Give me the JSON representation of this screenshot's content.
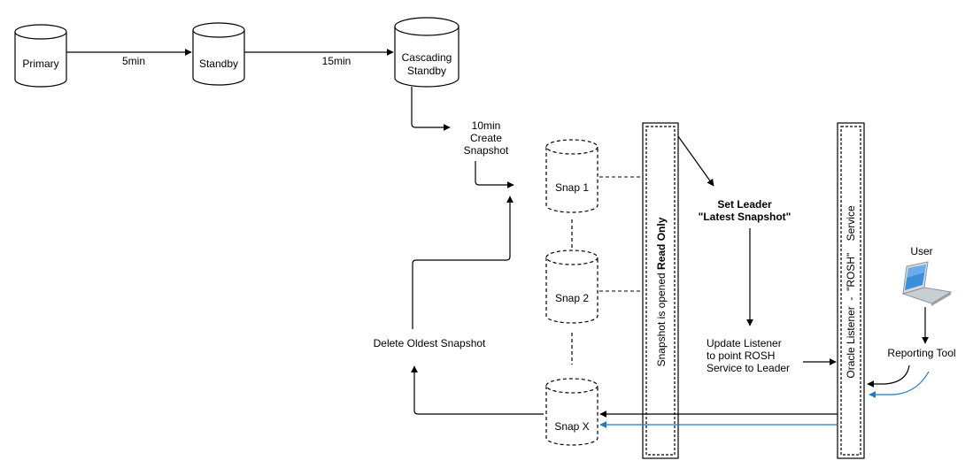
{
  "nodes": {
    "primary": "Primary",
    "standby": "Standby",
    "cascading_l1": "Cascading",
    "cascading_l2": "Standby",
    "snap1": "Snap 1",
    "snap2": "Snap 2",
    "snapx": "Snap X"
  },
  "edges": {
    "primary_to_standby": "5min",
    "standby_to_cascading": "15min",
    "create_l1": "10min",
    "create_l2": "Create",
    "create_l3": "Snapshot",
    "delete_oldest": "Delete Oldest Snapshot"
  },
  "bars": {
    "read_only_prefix": "Snapshot is opened ",
    "read_only_bold": "Read Only",
    "listener": "Oracle Listener  -  \"ROSH\"    Service"
  },
  "leader": {
    "l1": "Set Leader",
    "l2": "\"Latest Snapshot\""
  },
  "update_listener": {
    "l1": "Update Listener",
    "l2": "to point ROSH",
    "l3": "Service to Leader"
  },
  "user": {
    "label": "User",
    "reporting_tool": "Reporting Tool"
  },
  "colors": {
    "stroke": "#000000",
    "blue_arrow": "#1f7ac8",
    "laptop_screen": "#3a8fd9",
    "laptop_body": "#c9ced3"
  }
}
